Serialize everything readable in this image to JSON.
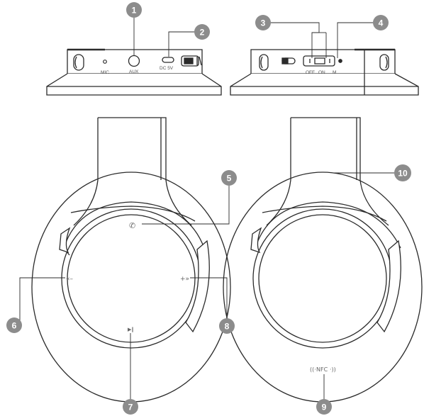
{
  "colors": {
    "stroke": "#2b2b2b",
    "callout": "#8c8c8c",
    "callout_text": "#ffffff",
    "label": "#555555"
  },
  "port_labels": {
    "mic": "MIC",
    "aux": "AUX",
    "dc": "DC 5V",
    "off": "OFF",
    "on": "ON",
    "m": "M"
  },
  "icons": {
    "phone": "phone-icon",
    "prev": "previous-track-icon",
    "next": "next-track-icon",
    "play": "play-pause-icon",
    "nfc": "nfc-icon"
  },
  "icon_glyphs": {
    "phone": "✆",
    "prev": "«–",
    "next": "+»",
    "play": "▶‖"
  },
  "nfc_label": "NFC",
  "callouts": [
    "1",
    "2",
    "3",
    "4",
    "5",
    "6",
    "7",
    "8",
    "9",
    "10"
  ]
}
